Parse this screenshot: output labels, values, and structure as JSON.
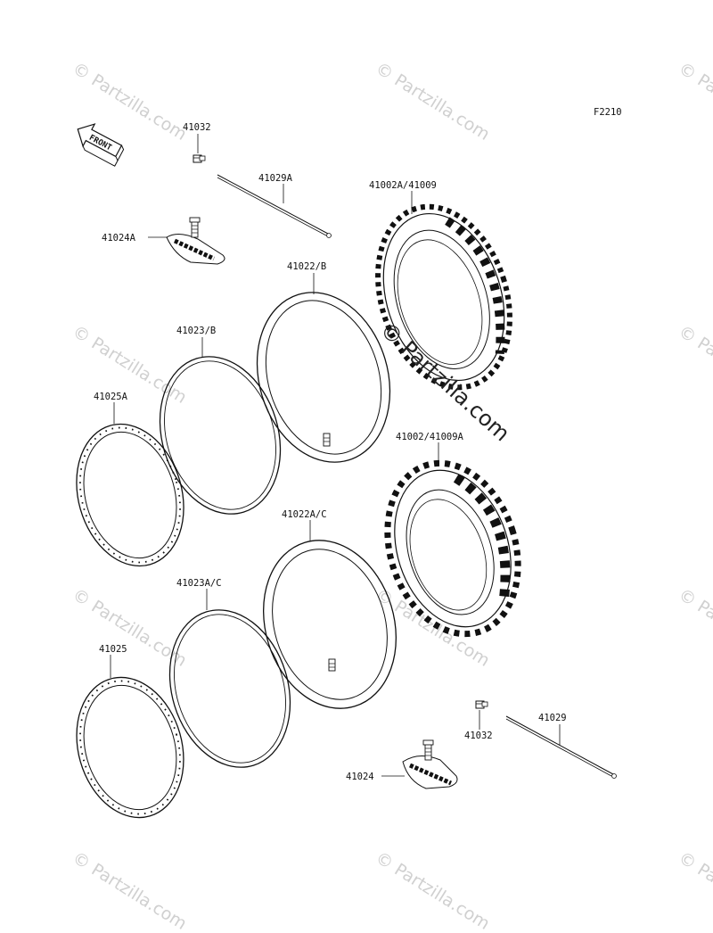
{
  "figure_code": "F2210",
  "front_arrow_text": "FRONT",
  "watermark_text": "© Partzilla.com",
  "center_watermark_text": "© Partzilla.com",
  "parts": {
    "p41032_top": "41032",
    "p41029a": "41029A",
    "p41024a": "41024A",
    "p41002a": "41002A/41009",
    "p41022b": "41022/B",
    "p41023b": "41023/B",
    "p41025a": "41025A",
    "p41002": "41002/41009A",
    "p41022ac": "41022A/C",
    "p41023ac": "41023A/C",
    "p41025": "41025",
    "p41029": "41029",
    "p41032_bot": "41032",
    "p41024": "41024"
  }
}
